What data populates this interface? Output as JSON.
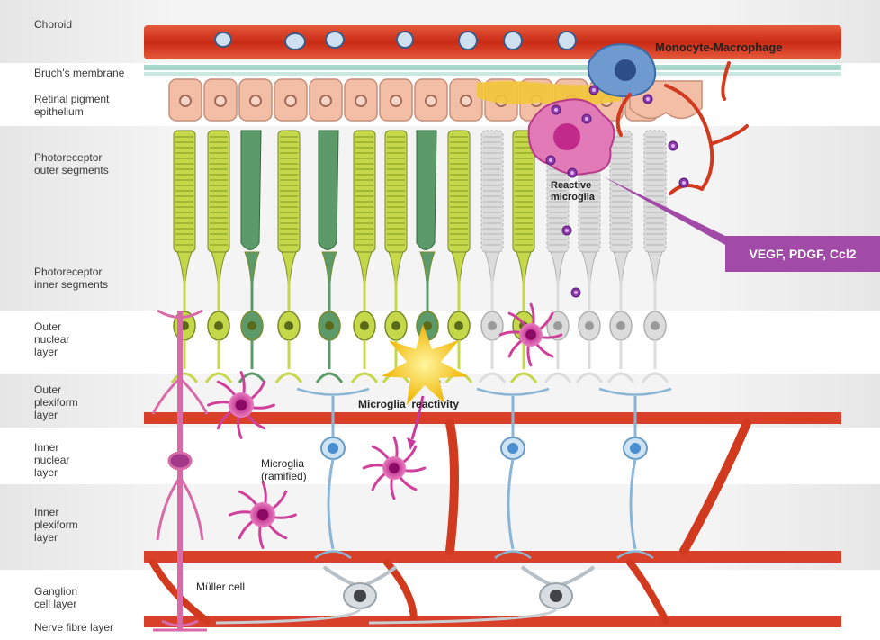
{
  "layers": {
    "choroid": "Choroid",
    "bruchs_membrane": "Bruch's membrane",
    "rpe": "Retinal pigment\nepithelium",
    "outer_segments": "Photoreceptor\nouter segments",
    "inner_segments": "Photoreceptor\ninner segments",
    "outer_nuclear": "Outer\nnuclear\nlayer",
    "outer_plexiform": "Outer\nplexiform\nlayer",
    "inner_nuclear": "Inner\nnuclear\nlayer",
    "inner_plexiform": "Inner\nplexiform\nlayer",
    "ganglion": "Ganglion\ncell layer",
    "nerve_fibre": "Nerve fibre layer"
  },
  "annotations": {
    "monocyte_macrophage": "Monocyte-Macrophage",
    "reactive_microglia": "Reactive\nmicroglia",
    "microglia_reactivity": "Microglia  reactivity",
    "microglia_ramified": "Microglia\n(ramified)",
    "muller_cell": "Müller cell",
    "factors": "VEGF, PDGF, Ccl2"
  },
  "colors": {
    "vessel": "#d9381e",
    "rpe_cell": "#f2bfa6",
    "rod": "#c4d84a",
    "cone": "#5d9a6a",
    "microglia": "#d0409a",
    "bipolar": "#4a8ed0",
    "callout": "#a24aa8"
  }
}
